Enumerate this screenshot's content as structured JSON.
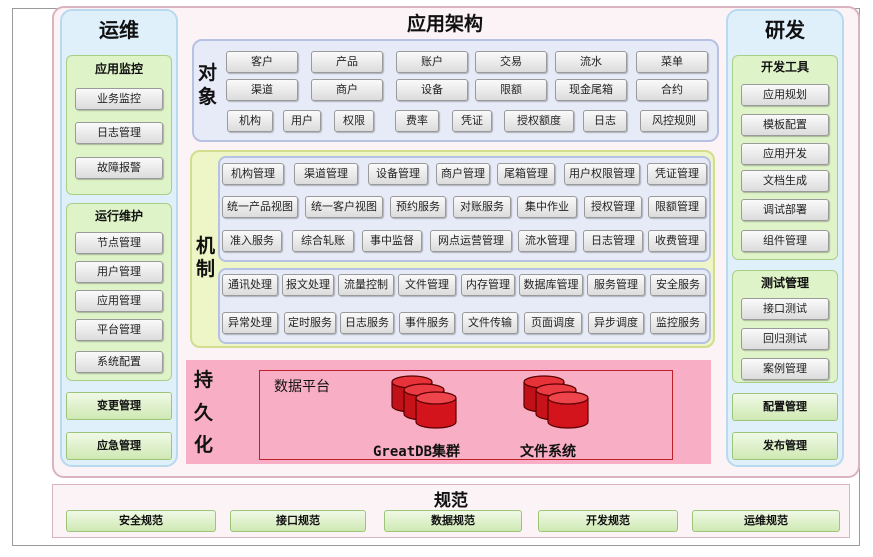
{
  "app_title": "应用架构",
  "ops": {
    "title": "运维",
    "monitor": {
      "title": "应用监控",
      "items": [
        "业务监控",
        "日志管理",
        "故障报警"
      ]
    },
    "maint": {
      "title": "运行维护",
      "items": [
        "节点管理",
        "用户管理",
        "应用管理",
        "平台管理",
        "系统配置"
      ]
    },
    "change": "变更管理",
    "emergency": "应急管理"
  },
  "dev": {
    "title": "研发",
    "tools": {
      "title": "开发工具",
      "items": [
        "应用规划",
        "模板配置",
        "应用开发",
        "文档生成",
        "调试部署",
        "组件管理"
      ]
    },
    "test": {
      "title": "测试管理",
      "items": [
        "接口测试",
        "回归测试",
        "案例管理"
      ]
    },
    "config": "配置管理",
    "release": "发布管理"
  },
  "object": {
    "label_1": "对",
    "label_2": "象",
    "row1": [
      "客户",
      "产品",
      "账户",
      "交易",
      "流水",
      "菜单"
    ],
    "row2": [
      "渠道",
      "商户",
      "设备",
      "限额",
      "现金尾箱",
      "合约"
    ],
    "row3": [
      "机构",
      "用户",
      "权限",
      "费率",
      "凭证",
      "授权额度",
      "日志",
      "风控规则"
    ]
  },
  "mechanism": {
    "label_1": "机",
    "label_2": "制",
    "biz_row1": [
      "机构管理",
      "渠道管理",
      "设备管理",
      "商户管理",
      "尾箱管理",
      "用户权限管理",
      "凭证管理"
    ],
    "biz_row2": [
      "统一产品视图",
      "统一客户视图",
      "预约服务",
      "对账服务",
      "集中作业",
      "授权管理",
      "限额管理"
    ],
    "biz_row3": [
      "准入服务",
      "综合轧账",
      "事中监督",
      "网点运营管理",
      "流水管理",
      "日志管理",
      "收费管理"
    ],
    "tech_row1": [
      "通讯处理",
      "报文处理",
      "流量控制",
      "文件管理",
      "内存管理",
      "数据库管理",
      "服务管理",
      "安全服务"
    ],
    "tech_row2": [
      "异常处理",
      "定时服务",
      "日志服务",
      "事件服务",
      "文件传输",
      "页面调度",
      "异步调度",
      "监控服务"
    ]
  },
  "persistence": {
    "label_1": "持",
    "label_2": "久",
    "label_3": "化",
    "platform": "数据平台",
    "cluster": "GreatDB集群",
    "fs": "文件系统"
  },
  "norms": {
    "title": "规范",
    "items": [
      "安全规范",
      "接口规范",
      "数据规范",
      "开发规范",
      "运维规范"
    ]
  },
  "colors": {
    "db_red": "#d4141c",
    "persist_pink": "#f8aec5",
    "group_green": "#dff3c8"
  }
}
